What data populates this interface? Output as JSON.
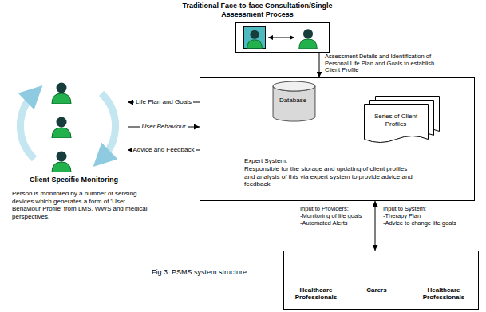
{
  "diagram": {
    "caption": "Fig.3. PSMS system structure",
    "nodes": [
      {
        "text": [
          "Traditional Face-to-face Consultation/Single Assessment Process"
        ]
      },
      {
        "text": [
          "Expert System:",
          "Responsible for the storage and updating of client profiles and analysis of this via expert system to provide advice and feedback"
        ]
      },
      {
        "text": [
          "Database"
        ],
        "in": 1
      },
      {
        "text": [
          "Series of Client Profiles"
        ],
        "in": 1
      },
      {
        "text": [
          "Client Specific Monitoring",
          "Person is monitored by a number of sensing devices which generates a form of 'User Behaviour Profile' from LMS, WWS and medical perspectives."
        ]
      },
      {
        "text": [
          "Healthcare Professionals",
          "Carers",
          "Healthcare Professionals"
        ]
      }
    ],
    "edges": [
      {
        "from": 0,
        "to": 1,
        "arrow": "to",
        "label": "Assessment Details and Identification of Personal Life Plan and Goals to establish Client Profile"
      },
      {
        "from": 1,
        "to": 4,
        "arrow": "to",
        "label": "Life Plan and Goals"
      },
      {
        "from": 4,
        "to": 1,
        "arrow": "to",
        "label": "User Behaviour"
      },
      {
        "from": 1,
        "to": 4,
        "arrow": "to",
        "label": "Advice and Feedback"
      },
      {
        "from": 1,
        "to": 5,
        "arrow": "both"
      }
    ],
    "labels": [
      "Input to Providers:",
      "-Monitoring of life goals",
      "-Automated Alerts",
      "Input to System:",
      "-Therapy Plan",
      "-Advice to change life goals"
    ]
  }
}
